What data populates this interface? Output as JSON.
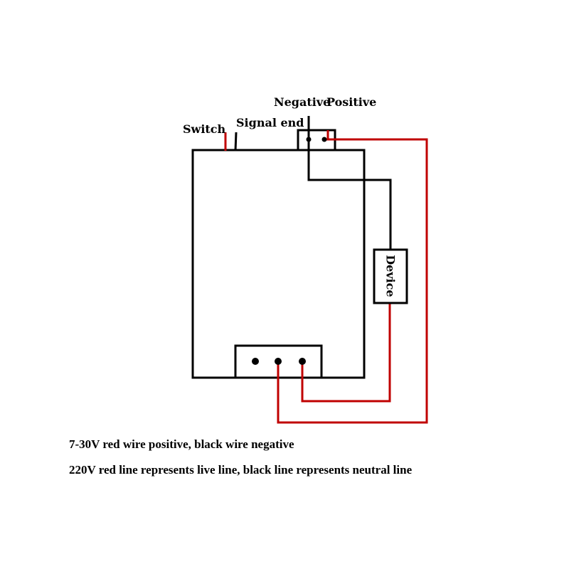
{
  "labels": {
    "switch": "Switch",
    "signal_end": "Signal end",
    "negative": "Negative",
    "positive": "Positive",
    "device": "Device"
  },
  "notes": [
    "7-30V red wire positive, black wire negative",
    "220V red line represents live line, black line represents neutral line"
  ],
  "colors": {
    "red_wire": "#c00000",
    "black_wire": "#000000",
    "positive_label": "#c00000",
    "background": "#ffffff"
  }
}
